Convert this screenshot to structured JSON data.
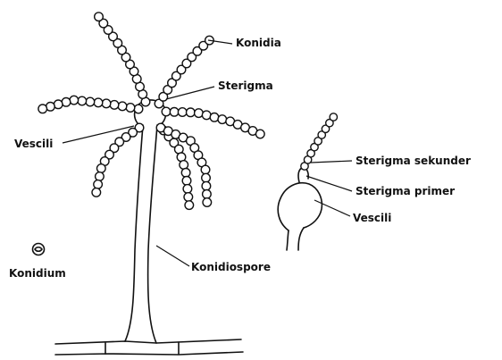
{
  "diagram": {
    "labels": {
      "konidia": "Konidia",
      "sterigma": "Sterigma",
      "vescili_left": "Vescili",
      "konidium": "Konidium",
      "konidiospore": "Konidiospore",
      "sterigma_sekunder": "Sterigma sekunder",
      "sterigma_primer": "Sterigma primer",
      "vescili_right": "Vescili"
    }
  }
}
